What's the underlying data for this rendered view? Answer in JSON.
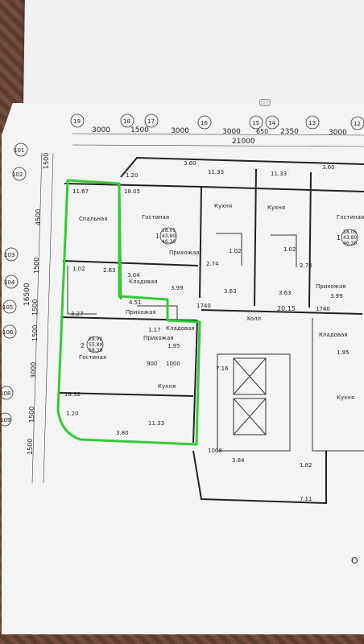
{
  "grid_bubbles_top": [
    "19",
    "18",
    "17",
    "16",
    "15",
    "14",
    "13",
    "12"
  ],
  "top_dims": [
    "3000",
    "1500",
    "3000",
    "3000",
    "650",
    "2350",
    "3000"
  ],
  "top_total": "21000",
  "grid_bubbles_left": [
    "101",
    "102",
    "103",
    "104",
    "105",
    "106",
    "108",
    "109"
  ],
  "left_dims": [
    "1500",
    "4500",
    "1500",
    "16500",
    "1500",
    "1500",
    "3000",
    "1500",
    "1500"
  ],
  "rooms": {
    "balcony_top": "11.67",
    "balcony_top2": "18.05",
    "bedroom": "Спальная",
    "living1": "Гостиная",
    "living1_area": "1.20",
    "kitchen_left": "Кухня",
    "kitchen_right": "Кухня",
    "living2": "Гостиная",
    "hall": "Холл",
    "hall_area": "20.15",
    "prikhozhaya": "Прихожая",
    "prikhozhaya2": "Прихожая",
    "prikhozhaya3": "Прихожая",
    "prikhozhaya_right": "Прихожая",
    "kladovaya": "Кладовая",
    "kladovaya2": "Кладовая",
    "kladovaya_right": "Кладовая",
    "living_lower": "Гостиная",
    "kitchen_lower": "Кухня",
    "kitchen_lower_right": "Кухня"
  },
  "areas": {
    "a_11_33_left": "11.33",
    "a_11_33_right": "11.33",
    "a_3_60": "3.60",
    "a_3_60b": "3.60",
    "a_2_74": "2.74",
    "a_2_74b": "2.74",
    "a_3_63": "3.63",
    "a_3_63b": "3.63",
    "a_2_63": "2.63",
    "a_3_04": "3.04",
    "a_3_99": "3.99",
    "a_3_99b": "3.99",
    "a_4_51": "4.51",
    "a_3_27": "3.27",
    "a_1_02": "1.02",
    "a_1_02b": "1.02",
    "a_1_02c": "1.02",
    "a_1_17": "1.17",
    "a_1_95": "1.95",
    "a_1_95b": "1.95",
    "a_7_16": "7.16",
    "a_18_32": "18.32",
    "a_1_20b": "1.20",
    "a_3_80": "3.80",
    "a_11_33_low": "11.33",
    "a_3_84": "3.84",
    "a_1_82": "1.82",
    "a_7_11": "7.11",
    "a_1740": "1740",
    "a_1740b": "1740",
    "a_900": "900",
    "a_1000": "1000",
    "a_1008": "1008"
  },
  "apartments": {
    "apt1_num": "1",
    "apt1_l1": "18.05",
    "apt1_l2": "43.80",
    "apt1_l3": "46.30",
    "apt1r_num": "1",
    "apt1r_l1": "18.05",
    "apt1r_l2": "43.80",
    "apt1r_l3": "46.30",
    "apt2_num": "2",
    "apt2_l1": "29.92",
    "apt2_l2": "55.89",
    "apt2_l3": "58.39"
  },
  "page_edge_text": "О",
  "colors": {
    "highlight": "#33cc33",
    "paper": "#f4f4f6",
    "ink": "#222222"
  }
}
